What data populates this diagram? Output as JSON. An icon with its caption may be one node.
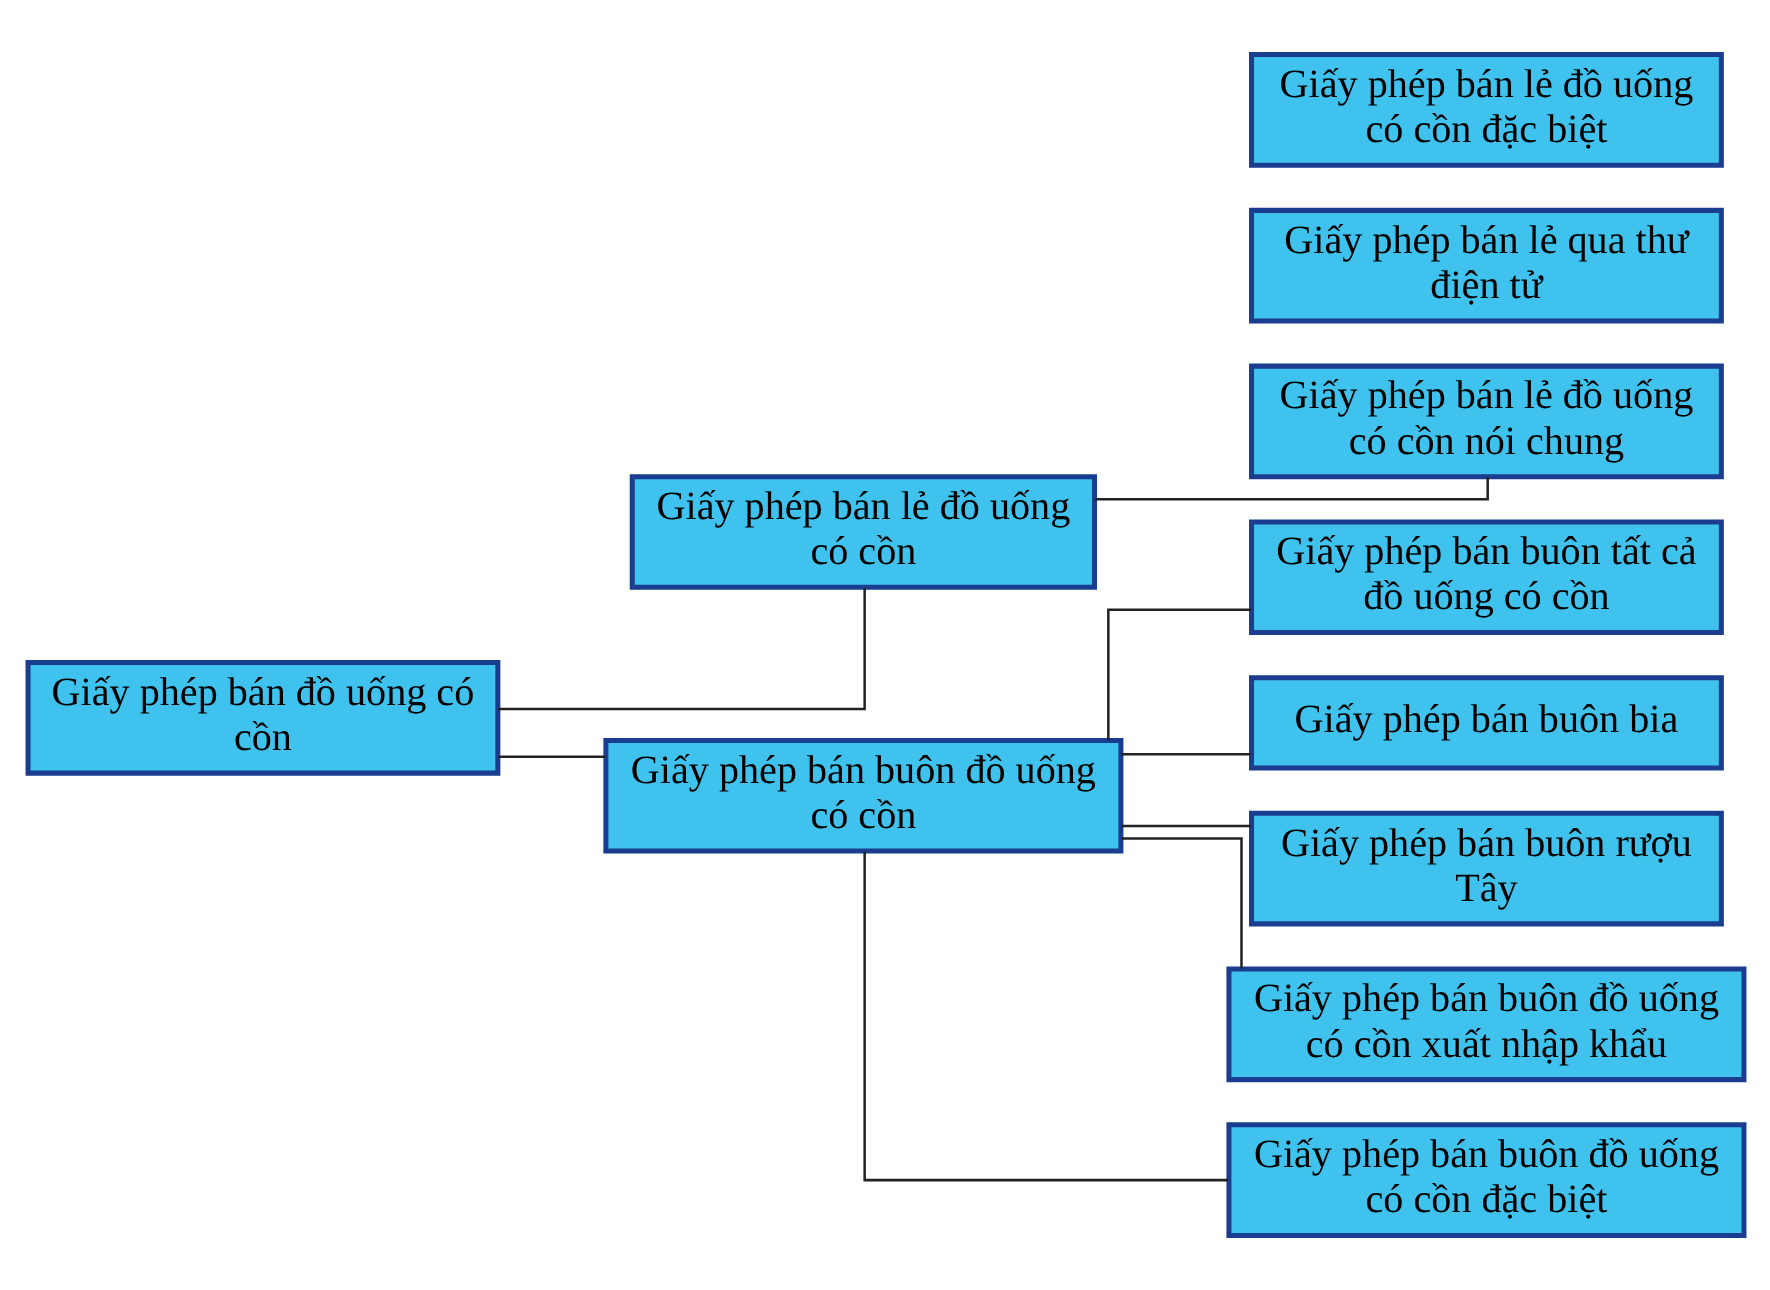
{
  "diagram": {
    "nodes": [
      {
        "text": [
          "Giấy phép bán đồ uống có cồn"
        ]
      },
      {
        "text": [
          "Giấy phép bán lẻ đồ uống có cồn"
        ]
      },
      {
        "text": [
          "Giấy phép bán lẻ đồ uống có cồn nói chung"
        ]
      },
      {
        "text": [
          "Giấy phép bán lẻ qua thư điện tử"
        ]
      },
      {
        "text": [
          "Giấy phép bán lẻ đồ uống có cồn đặc biệt"
        ]
      },
      {
        "text": [
          "Giấy phép bán buôn đồ uống có cồn"
        ]
      },
      {
        "text": [
          "Giấy phép bán buôn tất cả đồ uống có cồn"
        ]
      },
      {
        "text": [
          "Giấy phép bán buôn bia"
        ]
      },
      {
        "text": [
          "Giấy phép bán buôn rượu Tây"
        ]
      },
      {
        "text": [
          "Giấy phép bán buôn đồ uống có cồn xuất nhập khẩu"
        ]
      },
      {
        "text": [
          "Giấy phép bán buôn đồ uống có cồn đặc biệt"
        ]
      }
    ],
    "edges": [
      {
        "from": 0,
        "to": 1,
        "arrow": "none"
      },
      {
        "from": 0,
        "to": 5,
        "arrow": "none"
      },
      {
        "from": 1,
        "to": 2,
        "arrow": "none"
      },
      {
        "from": 5,
        "to": 6,
        "arrow": "none"
      },
      {
        "from": 5,
        "to": 7,
        "arrow": "none"
      },
      {
        "from": 5,
        "to": 8,
        "arrow": "none"
      },
      {
        "from": 5,
        "to": 9,
        "arrow": "none"
      },
      {
        "from": 5,
        "to": 10,
        "arrow": "none"
      }
    ]
  }
}
